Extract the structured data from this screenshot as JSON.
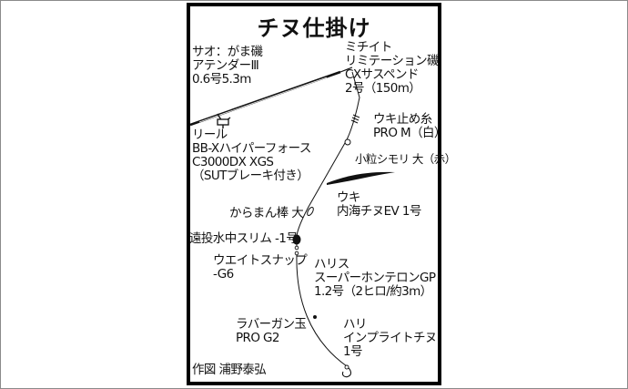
{
  "title": "チヌ仕掛け",
  "rod": {
    "lines": [
      "サオ：がま磯",
      "アテンダーⅢ",
      "0.6号5.3m"
    ]
  },
  "main_line": {
    "lines": [
      "ミチイト",
      "リミテーション磯",
      "CXサスペンド",
      "2号（150m）"
    ]
  },
  "float_stop": {
    "lines": [
      "ウキ止め糸",
      "PRO M（白）"
    ]
  },
  "sinker_bead": {
    "lines": [
      "小粒シモリ 大（赤）"
    ]
  },
  "reel": {
    "lines": [
      "リール",
      "BB-Xハイパーフォース",
      "C3000DX XGS",
      "（SUTブレーキ付き）"
    ]
  },
  "float": {
    "lines": [
      "ウキ",
      "内海チヌEV 1号"
    ]
  },
  "swivel": {
    "lines": [
      "からまん棒 大"
    ]
  },
  "underwater_float": {
    "lines": [
      "遠投水中スリム -1号"
    ]
  },
  "weight_snap": {
    "lines": [
      "ウエイトスナップ",
      "-G6"
    ]
  },
  "leader": {
    "lines": [
      "ハリス",
      "スーパーホンテロンGP",
      "1.2号（2ヒロ/約3m）"
    ]
  },
  "split_shot": {
    "lines": [
      "ラバーガン玉",
      "PRO G2"
    ]
  },
  "hook": {
    "lines": [
      "ハリ",
      "インプライトチヌ",
      "1号"
    ]
  },
  "credit": "作図 浦野泰弘",
  "colors": {
    "frame": "#000000",
    "line": "#111111",
    "background": "#ffffff"
  }
}
